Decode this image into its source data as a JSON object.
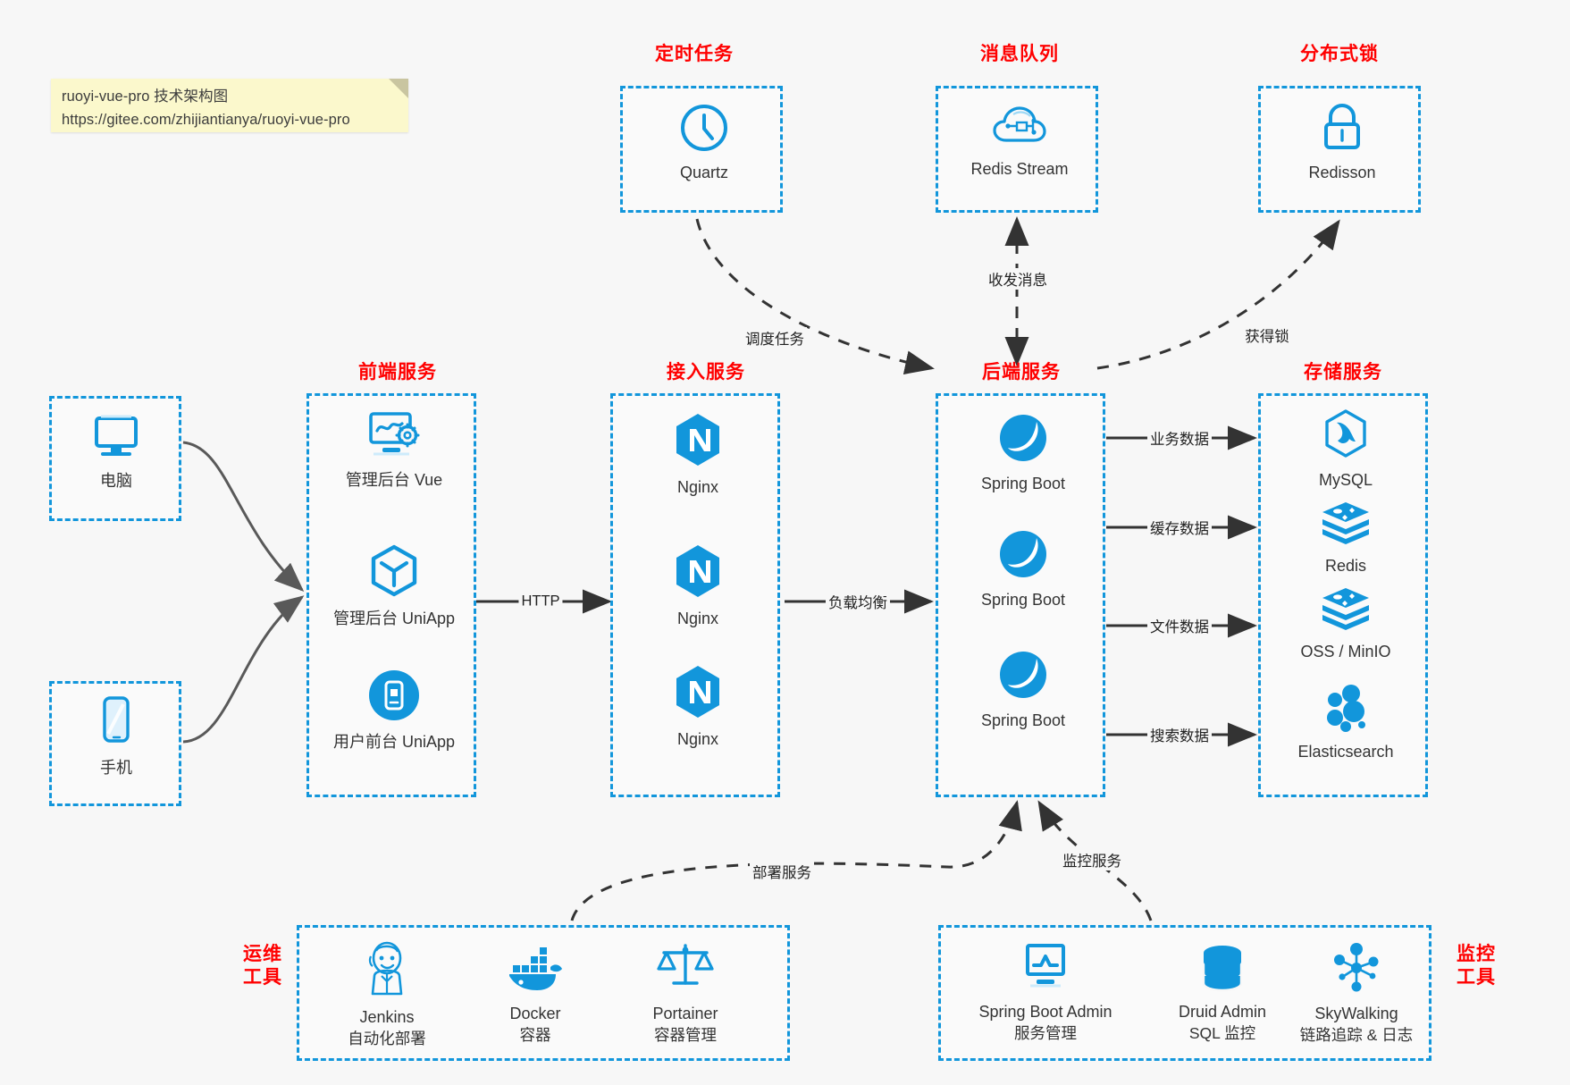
{
  "note": {
    "line1": "ruoyi-vue-pro 技术架构图",
    "line2": "https://gitee.com/zhijiantianya/ruoyi-vue-pro"
  },
  "colors": {
    "accent_blue": "#1296db",
    "title_red": "#ff0000",
    "note_yellow": "#fbf8cc",
    "background": "#f7f7f7",
    "arrow_gray": "#595959",
    "text_dark": "#333333"
  },
  "groups": {
    "scheduler": {
      "title": "定时任务"
    },
    "mq": {
      "title": "消息队列"
    },
    "lock": {
      "title": "分布式锁"
    },
    "frontend": {
      "title": "前端服务"
    },
    "gateway": {
      "title": "接入服务"
    },
    "backend": {
      "title": "后端服务"
    },
    "storage": {
      "title": "存储服务"
    },
    "devops": {
      "title_line1": "运维",
      "title_line2": "工具"
    },
    "monitor": {
      "title_line1": "监控",
      "title_line2": "工具"
    }
  },
  "clients": [
    {
      "label": "电脑",
      "icon": "desktop-monitor-icon"
    },
    {
      "label": "手机",
      "icon": "mobile-phone-icon"
    }
  ],
  "scheduler_nodes": [
    {
      "label": "Quartz",
      "icon": "clock-icon"
    }
  ],
  "mq_nodes": [
    {
      "label": "Redis Stream",
      "icon": "cloud-stream-icon"
    }
  ],
  "lock_nodes": [
    {
      "label": "Redisson",
      "icon": "padlock-icon"
    }
  ],
  "frontend_nodes": [
    {
      "label": "管理后台 Vue",
      "icon": "monitor-gear-icon"
    },
    {
      "label": "管理后台 UniApp",
      "icon": "hexagon-cube-icon"
    },
    {
      "label": "用户前台 UniApp",
      "icon": "app-phone-icon"
    }
  ],
  "gateway_nodes": [
    {
      "label": "Nginx",
      "icon": "nginx-icon"
    },
    {
      "label": "Nginx",
      "icon": "nginx-icon"
    },
    {
      "label": "Nginx",
      "icon": "nginx-icon"
    }
  ],
  "backend_nodes": [
    {
      "label": "Spring Boot",
      "icon": "spring-boot-icon"
    },
    {
      "label": "Spring Boot",
      "icon": "spring-boot-icon"
    },
    {
      "label": "Spring Boot",
      "icon": "spring-boot-icon"
    }
  ],
  "storage_nodes": [
    {
      "label": "MySQL",
      "icon": "mysql-icon"
    },
    {
      "label": "Redis",
      "icon": "redis-icon"
    },
    {
      "label": "OSS / MinIO",
      "icon": "oss-minio-icon"
    },
    {
      "label": "Elasticsearch",
      "icon": "elasticsearch-icon"
    }
  ],
  "devops_nodes": [
    {
      "name": "Jenkins",
      "desc": "自动化部署",
      "icon": "jenkins-butler-icon"
    },
    {
      "name": "Docker",
      "desc": "容器",
      "icon": "docker-whale-icon"
    },
    {
      "name": "Portainer",
      "desc": "容器管理",
      "icon": "portainer-scales-icon"
    }
  ],
  "monitor_nodes": [
    {
      "name": "Spring Boot Admin",
      "desc": "服务管理",
      "icon": "monitor-chart-icon"
    },
    {
      "name": "Druid Admin",
      "desc": "SQL 监控",
      "icon": "database-stack-icon"
    },
    {
      "name": "SkyWalking",
      "desc": "链路追踪 & 日志",
      "icon": "skywalking-node-icon"
    }
  ],
  "edges": [
    {
      "id": "http",
      "label": "HTTP"
    },
    {
      "id": "load-balance",
      "label": "负载均衡"
    },
    {
      "id": "schedule-task",
      "label": "调度任务"
    },
    {
      "id": "send-receive-message",
      "label": "收发消息"
    },
    {
      "id": "acquire-lock",
      "label": "获得锁"
    },
    {
      "id": "business-data",
      "label": "业务数据"
    },
    {
      "id": "cache-data",
      "label": "缓存数据"
    },
    {
      "id": "file-data",
      "label": "文件数据"
    },
    {
      "id": "search-data",
      "label": "搜索数据"
    },
    {
      "id": "deploy-service",
      "label": "部署服务"
    },
    {
      "id": "monitor-service",
      "label": "监控服务"
    }
  ]
}
